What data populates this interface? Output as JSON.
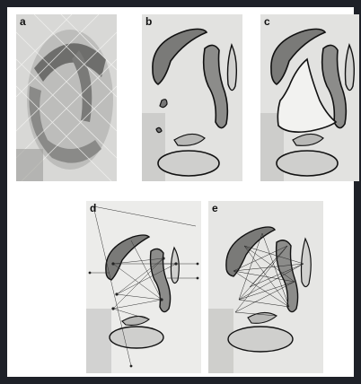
{
  "figure": {
    "panels": [
      {
        "label": "a"
      },
      {
        "label": "b"
      },
      {
        "label": "c"
      },
      {
        "label": "d"
      },
      {
        "label": "e"
      }
    ]
  }
}
